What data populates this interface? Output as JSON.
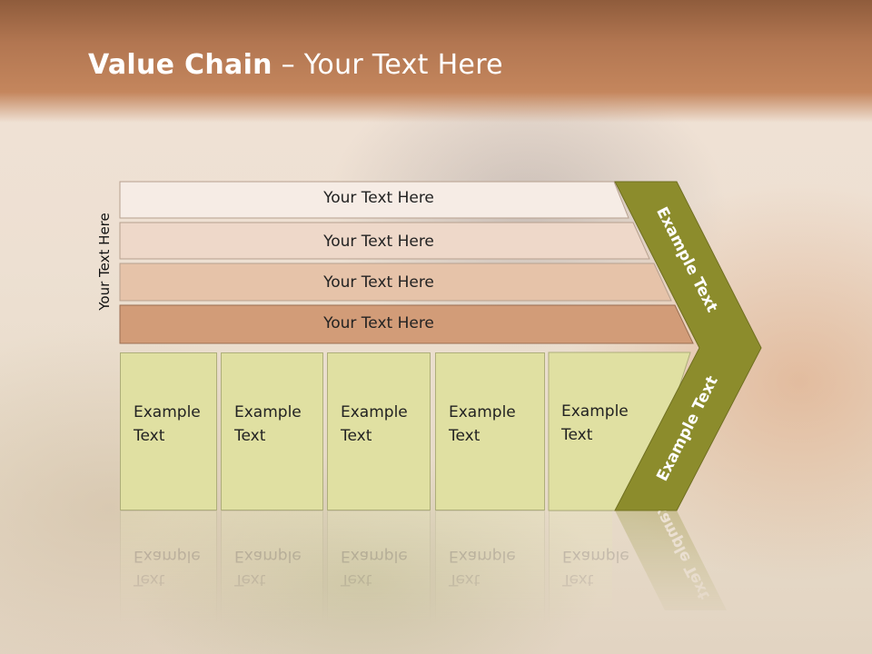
{
  "slide": {
    "title_bold": "Value Chain",
    "title_rest": " – Your Text Here",
    "side_label": "Your Text Here"
  },
  "bars": [
    {
      "label": "Your Text Here",
      "color": "#f6ece5"
    },
    {
      "label": "Your Text Here",
      "color": "#eed8c9"
    },
    {
      "label": "Your Text Here",
      "color": "#e6c3a9"
    },
    {
      "label": "Your Text Here",
      "color": "#d29c78"
    }
  ],
  "boxes": [
    {
      "line1": "Example",
      "line2": "Text"
    },
    {
      "line1": "Example",
      "line2": "Text"
    },
    {
      "line1": "Example",
      "line2": "Text"
    },
    {
      "line1": "Example",
      "line2": "Text"
    },
    {
      "line1": "Example",
      "line2": "Text"
    }
  ],
  "chevron": {
    "upper_label": "Example Text",
    "lower_label": "Example Text",
    "color": "#8c8c2c"
  },
  "colors": {
    "box_fill": "#e0e0a2",
    "header": "#b27651"
  }
}
